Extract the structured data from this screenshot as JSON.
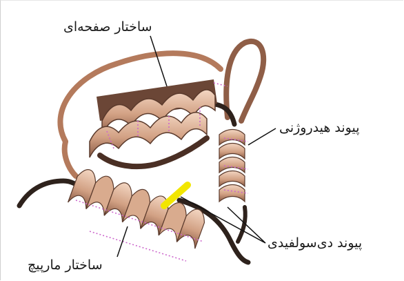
{
  "labels": {
    "sheet": "ساختار صفحه‌ای",
    "hydrogen_bond": "پیوند هیدروژنی",
    "disulfide_bond": "پیوند دی‌سولفیدی",
    "helix": "ساختار مارپیچ"
  },
  "colors": {
    "background": "#ffffff",
    "protein_light": "#e8c2a6",
    "protein_mid": "#c48f72",
    "protein_dark": "#5a3a2c",
    "loop": "#3a2a22",
    "hydrogen_bond_dots": "#cc66cc",
    "disulfide": "#f2e600",
    "leader_line": "#111111"
  }
}
